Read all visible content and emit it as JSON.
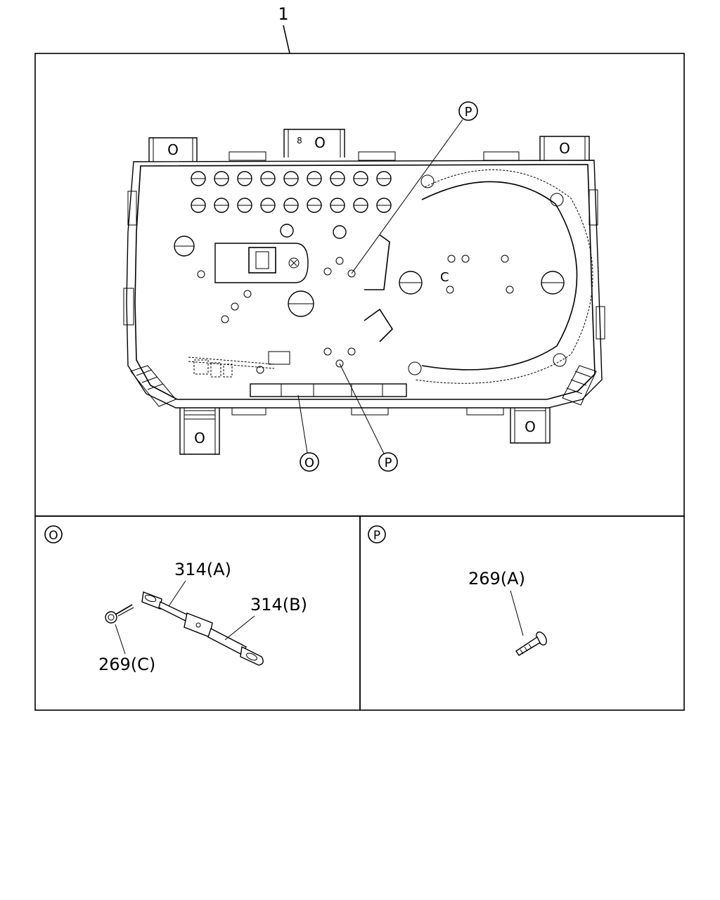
{
  "callouts": {
    "main_part": "1",
    "ref_o": "O",
    "ref_p": "P"
  },
  "cluster": {
    "mount_tab_symbol": "O",
    "small_label": "8",
    "inner_label": "C"
  },
  "panel_o": {
    "ref": "O",
    "label_314a": "314(A)",
    "label_314b": "314(B)",
    "label_269c": "269(C)"
  },
  "panel_p": {
    "ref": "P",
    "label_269a": "269(A)"
  }
}
